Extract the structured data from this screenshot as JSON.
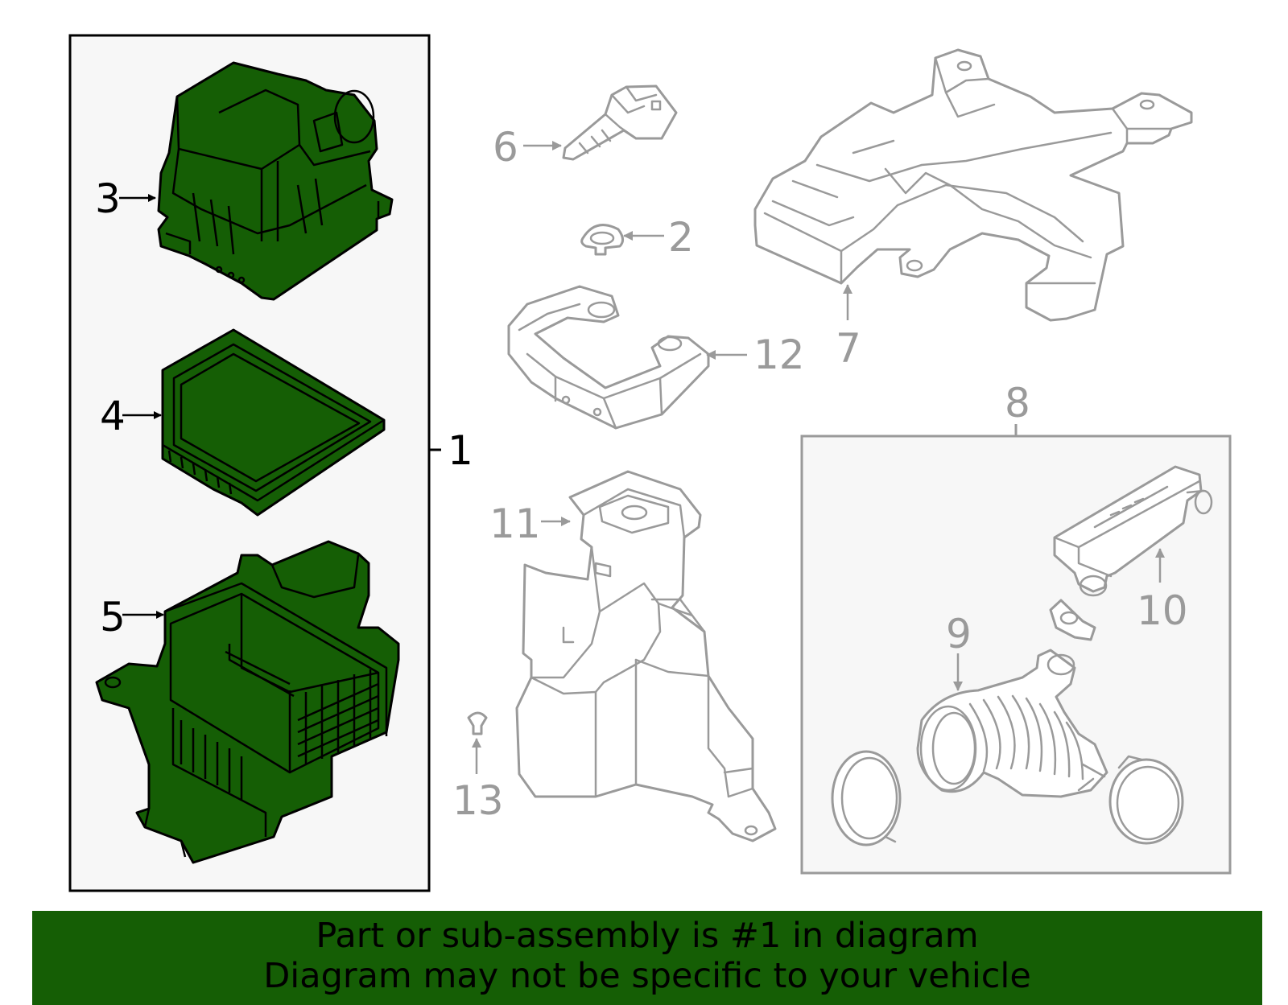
{
  "colors": {
    "highlight_fill": "#155e05",
    "dark_line": "#000000",
    "grey_line": "#9a9a9a",
    "panel_bg": "#f7f7f7"
  },
  "callouts": {
    "c1": "1",
    "c2": "2",
    "c3": "3",
    "c4": "4",
    "c5": "5",
    "c6": "6",
    "c7": "7",
    "c8": "8",
    "c9": "9",
    "c10": "10",
    "c11": "11",
    "c12": "12",
    "c13": "13"
  },
  "banner": {
    "line1": "Part or sub-assembly is #1 in diagram",
    "line2": "Diagram may not be specific to your vehicle"
  }
}
